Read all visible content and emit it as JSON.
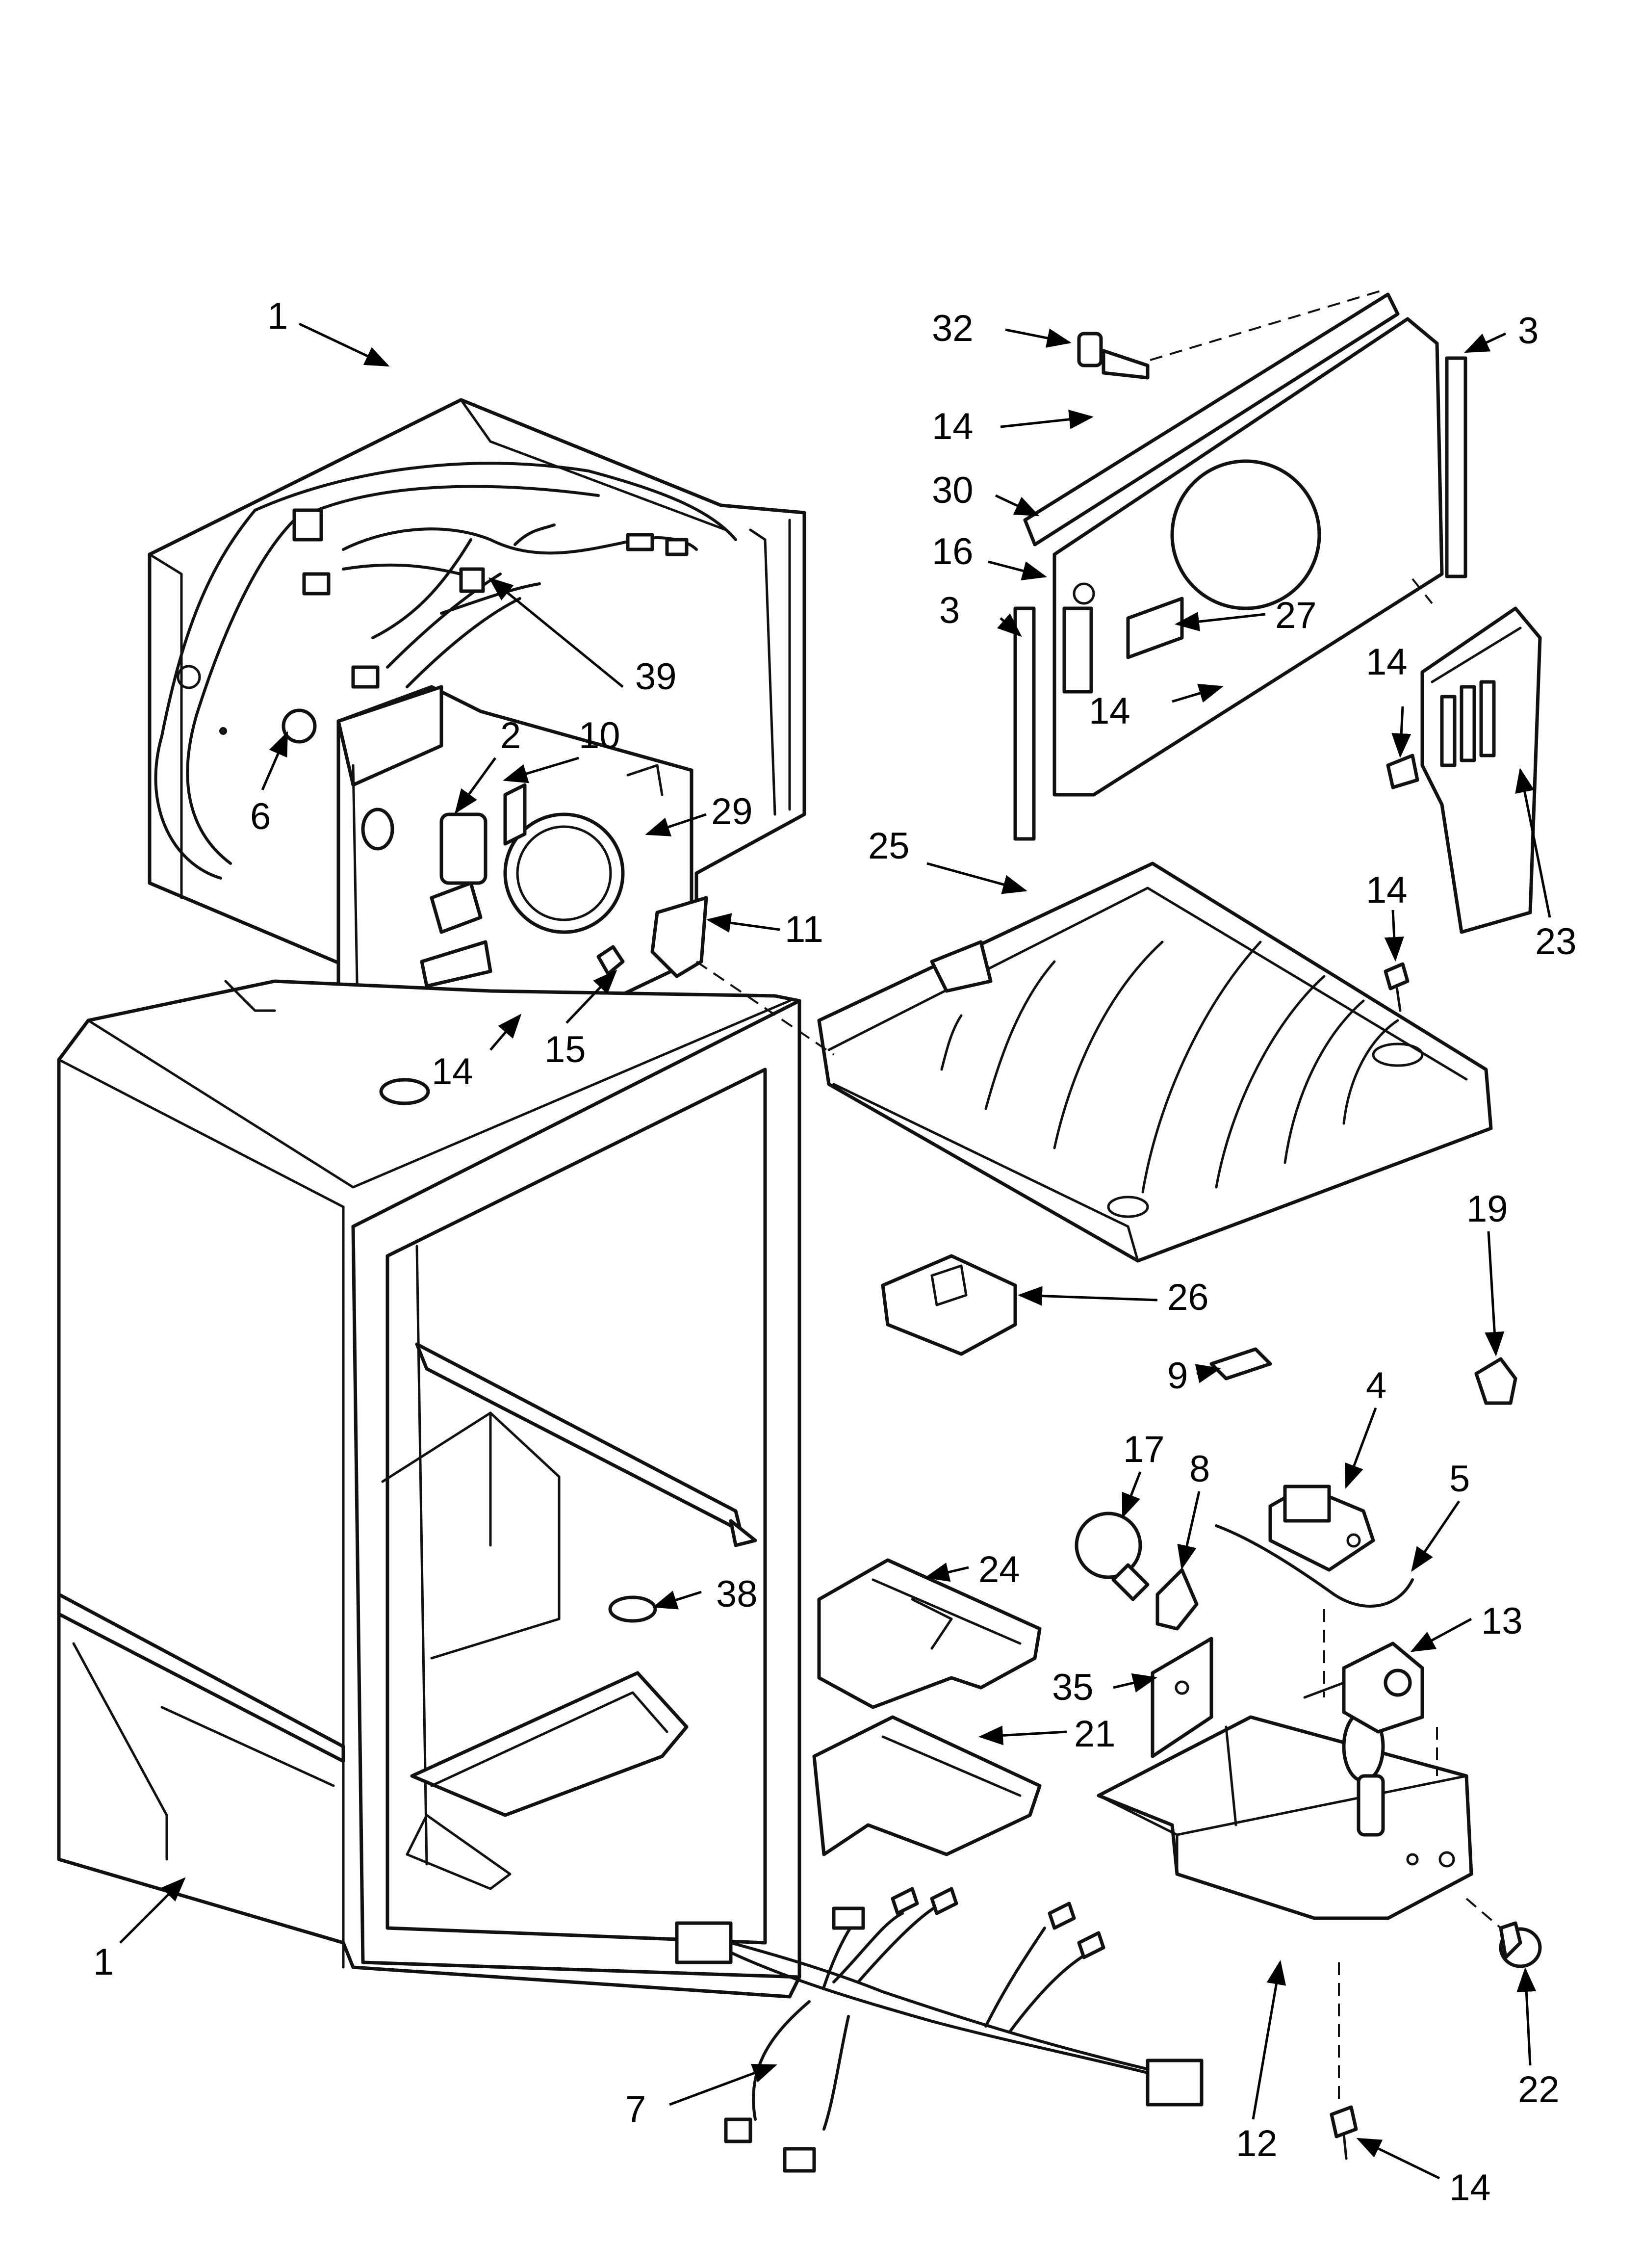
{
  "diagram": {
    "callouts": [
      {
        "id": "c1a",
        "text": "1"
      },
      {
        "id": "c32",
        "text": "32"
      },
      {
        "id": "c3a",
        "text": "3"
      },
      {
        "id": "c14a",
        "text": "14"
      },
      {
        "id": "c30",
        "text": "30"
      },
      {
        "id": "c16",
        "text": "16"
      },
      {
        "id": "c3b",
        "text": "3"
      },
      {
        "id": "c27",
        "text": "27"
      },
      {
        "id": "c14b",
        "text": "14"
      },
      {
        "id": "c14c",
        "text": "14"
      },
      {
        "id": "c39",
        "text": "39"
      },
      {
        "id": "c2",
        "text": "2"
      },
      {
        "id": "c10",
        "text": "10"
      },
      {
        "id": "c6",
        "text": "6"
      },
      {
        "id": "c29",
        "text": "29"
      },
      {
        "id": "c25",
        "text": "25"
      },
      {
        "id": "c23",
        "text": "23"
      },
      {
        "id": "c11",
        "text": "11"
      },
      {
        "id": "c14d",
        "text": "14"
      },
      {
        "id": "c15",
        "text": "15"
      },
      {
        "id": "c14e",
        "text": "14"
      },
      {
        "id": "c19",
        "text": "19"
      },
      {
        "id": "c26",
        "text": "26"
      },
      {
        "id": "c4",
        "text": "4"
      },
      {
        "id": "c9",
        "text": "9"
      },
      {
        "id": "c17",
        "text": "17"
      },
      {
        "id": "c8",
        "text": "8"
      },
      {
        "id": "c5",
        "text": "5"
      },
      {
        "id": "c24",
        "text": "24"
      },
      {
        "id": "c38",
        "text": "38"
      },
      {
        "id": "c13",
        "text": "13"
      },
      {
        "id": "c35",
        "text": "35"
      },
      {
        "id": "c21",
        "text": "21"
      },
      {
        "id": "c1b",
        "text": "1"
      },
      {
        "id": "c7",
        "text": "7"
      },
      {
        "id": "c12",
        "text": "12"
      },
      {
        "id": "c22",
        "text": "22"
      },
      {
        "id": "c14f",
        "text": "14"
      }
    ]
  }
}
